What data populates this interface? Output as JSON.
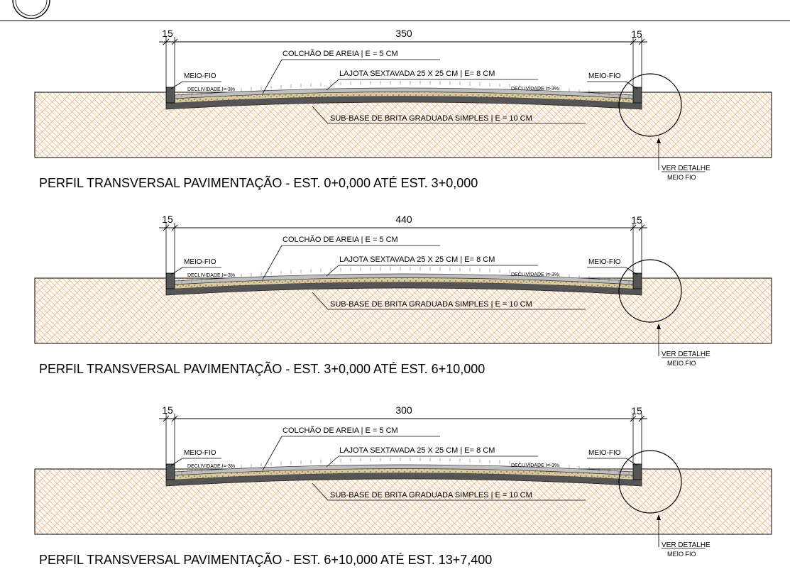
{
  "labels": {
    "colchao": "COLCHÃO DE AREIA | E = 5 CM",
    "lajota": "LAJOTA SEXTAVADA 25 X 25 CM | E= 8 CM",
    "subbase": "SUB-BASE DE BRITA GRADUADA SIMPLES | E = 10 CM",
    "meio_fio": "MEIO-FIO",
    "declividade": "DECLIVIDADE  I=-3%",
    "ver_detalhe": "VER DETALHE",
    "meio_fio_detail": "MEIO FIO"
  },
  "profiles": [
    {
      "title": "PERFIL TRANSVERSAL PAVIMENTAÇÃO - EST. 0+0,000 ATÉ EST. 3+0,000",
      "width_left": "15",
      "width_main": "350",
      "width_right": "15"
    },
    {
      "title": "PERFIL TRANSVERSAL PAVIMENTAÇÃO - EST. 3+0,000 ATÉ EST. 6+10,000",
      "width_left": "15",
      "width_main": "440",
      "width_right": "15"
    },
    {
      "title": "PERFIL TRANSVERSAL PAVIMENTAÇÃO - EST. 6+10,000 ATÉ EST. 13+7,400",
      "width_left": "15",
      "width_main": "300",
      "width_right": "15"
    }
  ],
  "colors": {
    "soil_hatch": "#e8b98a",
    "base_dark": "#555555",
    "sand": "#d8c9a0"
  }
}
